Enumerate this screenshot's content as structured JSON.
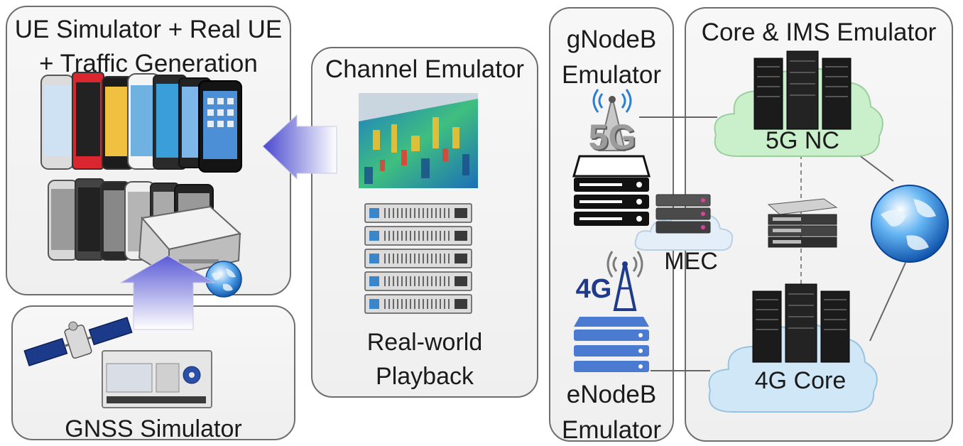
{
  "ue_panel": {
    "title_line1": "UE Simulator + Real UE",
    "title_line2": "+ Traffic Generation"
  },
  "gnss_panel": {
    "label": "GNSS Simulator"
  },
  "channel_panel": {
    "title": "Channel Emulator",
    "playback_line1": "Real-world",
    "playback_line2": "Playback"
  },
  "ran_panel": {
    "gnb_line1": "gNodeB",
    "gnb_line2": "Emulator",
    "enb_line1": "eNodeB",
    "enb_line2": "Emulator",
    "badge_5g": "5G",
    "badge_4g": "4G"
  },
  "core_panel": {
    "title": "Core & IMS Emulator",
    "cloud_5g": "5G NC",
    "cloud_4g": "4G Core"
  },
  "mec": {
    "label": "MEC"
  },
  "colors": {
    "cloud_green": "#c9efcb",
    "cloud_blue": "#cfe7f6",
    "server_blue": "#4a7bd0",
    "arrow_blue": "#5b5bd6"
  }
}
